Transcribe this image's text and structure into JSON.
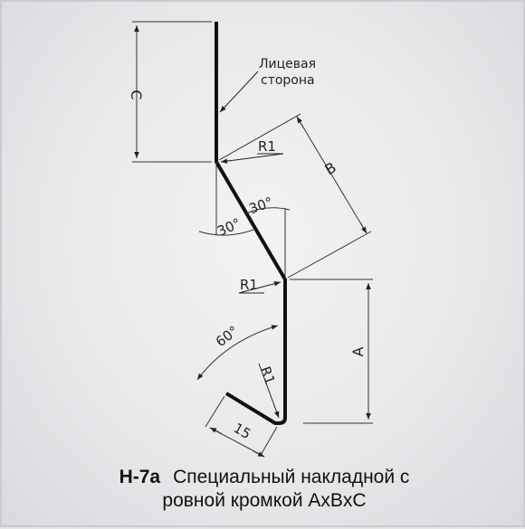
{
  "diagram": {
    "label_face": [
      "Лицевая",
      "сторона"
    ],
    "dim_c": "C",
    "dim_b": "B",
    "dim_a": "A",
    "radius_top": "R1",
    "radius_mid": "R1",
    "radius_bottom": "R1",
    "angle_left": "30°",
    "angle_right": "30°",
    "angle_bottom": "60°",
    "hem_length": "15"
  },
  "caption": {
    "code": "Н-7а",
    "line1": "Специальный накладной с",
    "line2": "ровной кромкой АxВxС"
  }
}
